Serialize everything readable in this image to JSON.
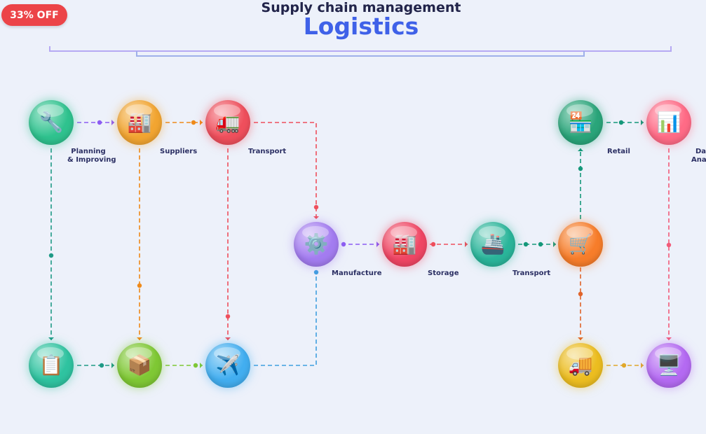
{
  "badge": "33% OFF",
  "header": {
    "subtitle": "Supply chain management",
    "title": "Logistics"
  },
  "nodes": {
    "planning": {
      "icon": "wrench-icon",
      "glyph": "🔧",
      "color": "#2fc28e",
      "label1": "Planning",
      "label2": "& Improving"
    },
    "suppliers": {
      "icon": "factory-icon",
      "glyph": "🏭",
      "color": "#f2a531",
      "label1": "Suppliers"
    },
    "transport1": {
      "icon": "truck-icon",
      "glyph": "🚛",
      "color": "#ef4f5c",
      "label1": "Transport"
    },
    "retail": {
      "icon": "store-icon",
      "glyph": "🏪",
      "color": "#2aa57a",
      "label1": "Retail"
    },
    "analytics": {
      "icon": "bar-chart-icon",
      "glyph": "📊",
      "color": "#ff6b86",
      "label1": "Da",
      "label2": "Anal"
    },
    "manufacture": {
      "icon": "gear-icon",
      "glyph": "⚙️",
      "color": "#a37cf0",
      "label1": "Manufacture"
    },
    "storage": {
      "icon": "warehouse-icon",
      "glyph": "🏭",
      "color": "#f04664",
      "label1": "Storage"
    },
    "transport2": {
      "icon": "ship-icon",
      "glyph": "🚢",
      "color": "#2ab59a",
      "label1": "Transport"
    },
    "cart": {
      "icon": "shopping-cart-icon",
      "glyph": "🛒",
      "color": "#f77d2a"
    },
    "checklist": {
      "icon": "clipboard-icon",
      "glyph": "📋",
      "color": "#2fc3a0"
    },
    "package": {
      "icon": "package-icon",
      "glyph": "📦",
      "color": "#7fc834"
    },
    "airplane": {
      "icon": "airplane-icon",
      "glyph": "✈️",
      "color": "#42aef0"
    },
    "delivery": {
      "icon": "delivery-truck-icon",
      "glyph": "🚚",
      "color": "#ecbd20"
    },
    "computer": {
      "icon": "computer-icon",
      "glyph": "🖥️",
      "color": "#b46af2"
    }
  },
  "colors": {
    "purple": "#8c5cf2",
    "orange": "#ef8a1a",
    "red": "#ef4f5c",
    "green": "#15987a",
    "teal": "#1f9a86",
    "lightgreen": "#7fc834",
    "blue": "#3f9fe0",
    "pink": "#f25a78",
    "darkorange": "#e0642a",
    "gold": "#e0a82a"
  }
}
